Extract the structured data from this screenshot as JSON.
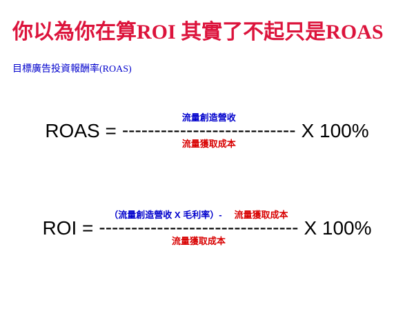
{
  "page": {
    "title": "你以為你在算ROI 其實了不起只是ROAS",
    "subtitle": "目標廣告投資報酬率(ROAS)"
  },
  "formulas": {
    "roas": {
      "lhs": "ROAS =",
      "numerator": "流量創造營收",
      "dashes": "---------------------------",
      "denominator": "流量獲取成本",
      "rhs": "X 100%"
    },
    "roi": {
      "lhs": "ROI =",
      "numerator_blue": "（流量創造營收 X 毛利率）-",
      "numerator_red": "流量獲取成本",
      "dashes": "-------------------------------",
      "denominator": "流量獲取成本",
      "rhs": "X 100%"
    }
  },
  "colors": {
    "title_red": "#dc143c",
    "blue": "#0000cc",
    "red": "#d80000"
  }
}
